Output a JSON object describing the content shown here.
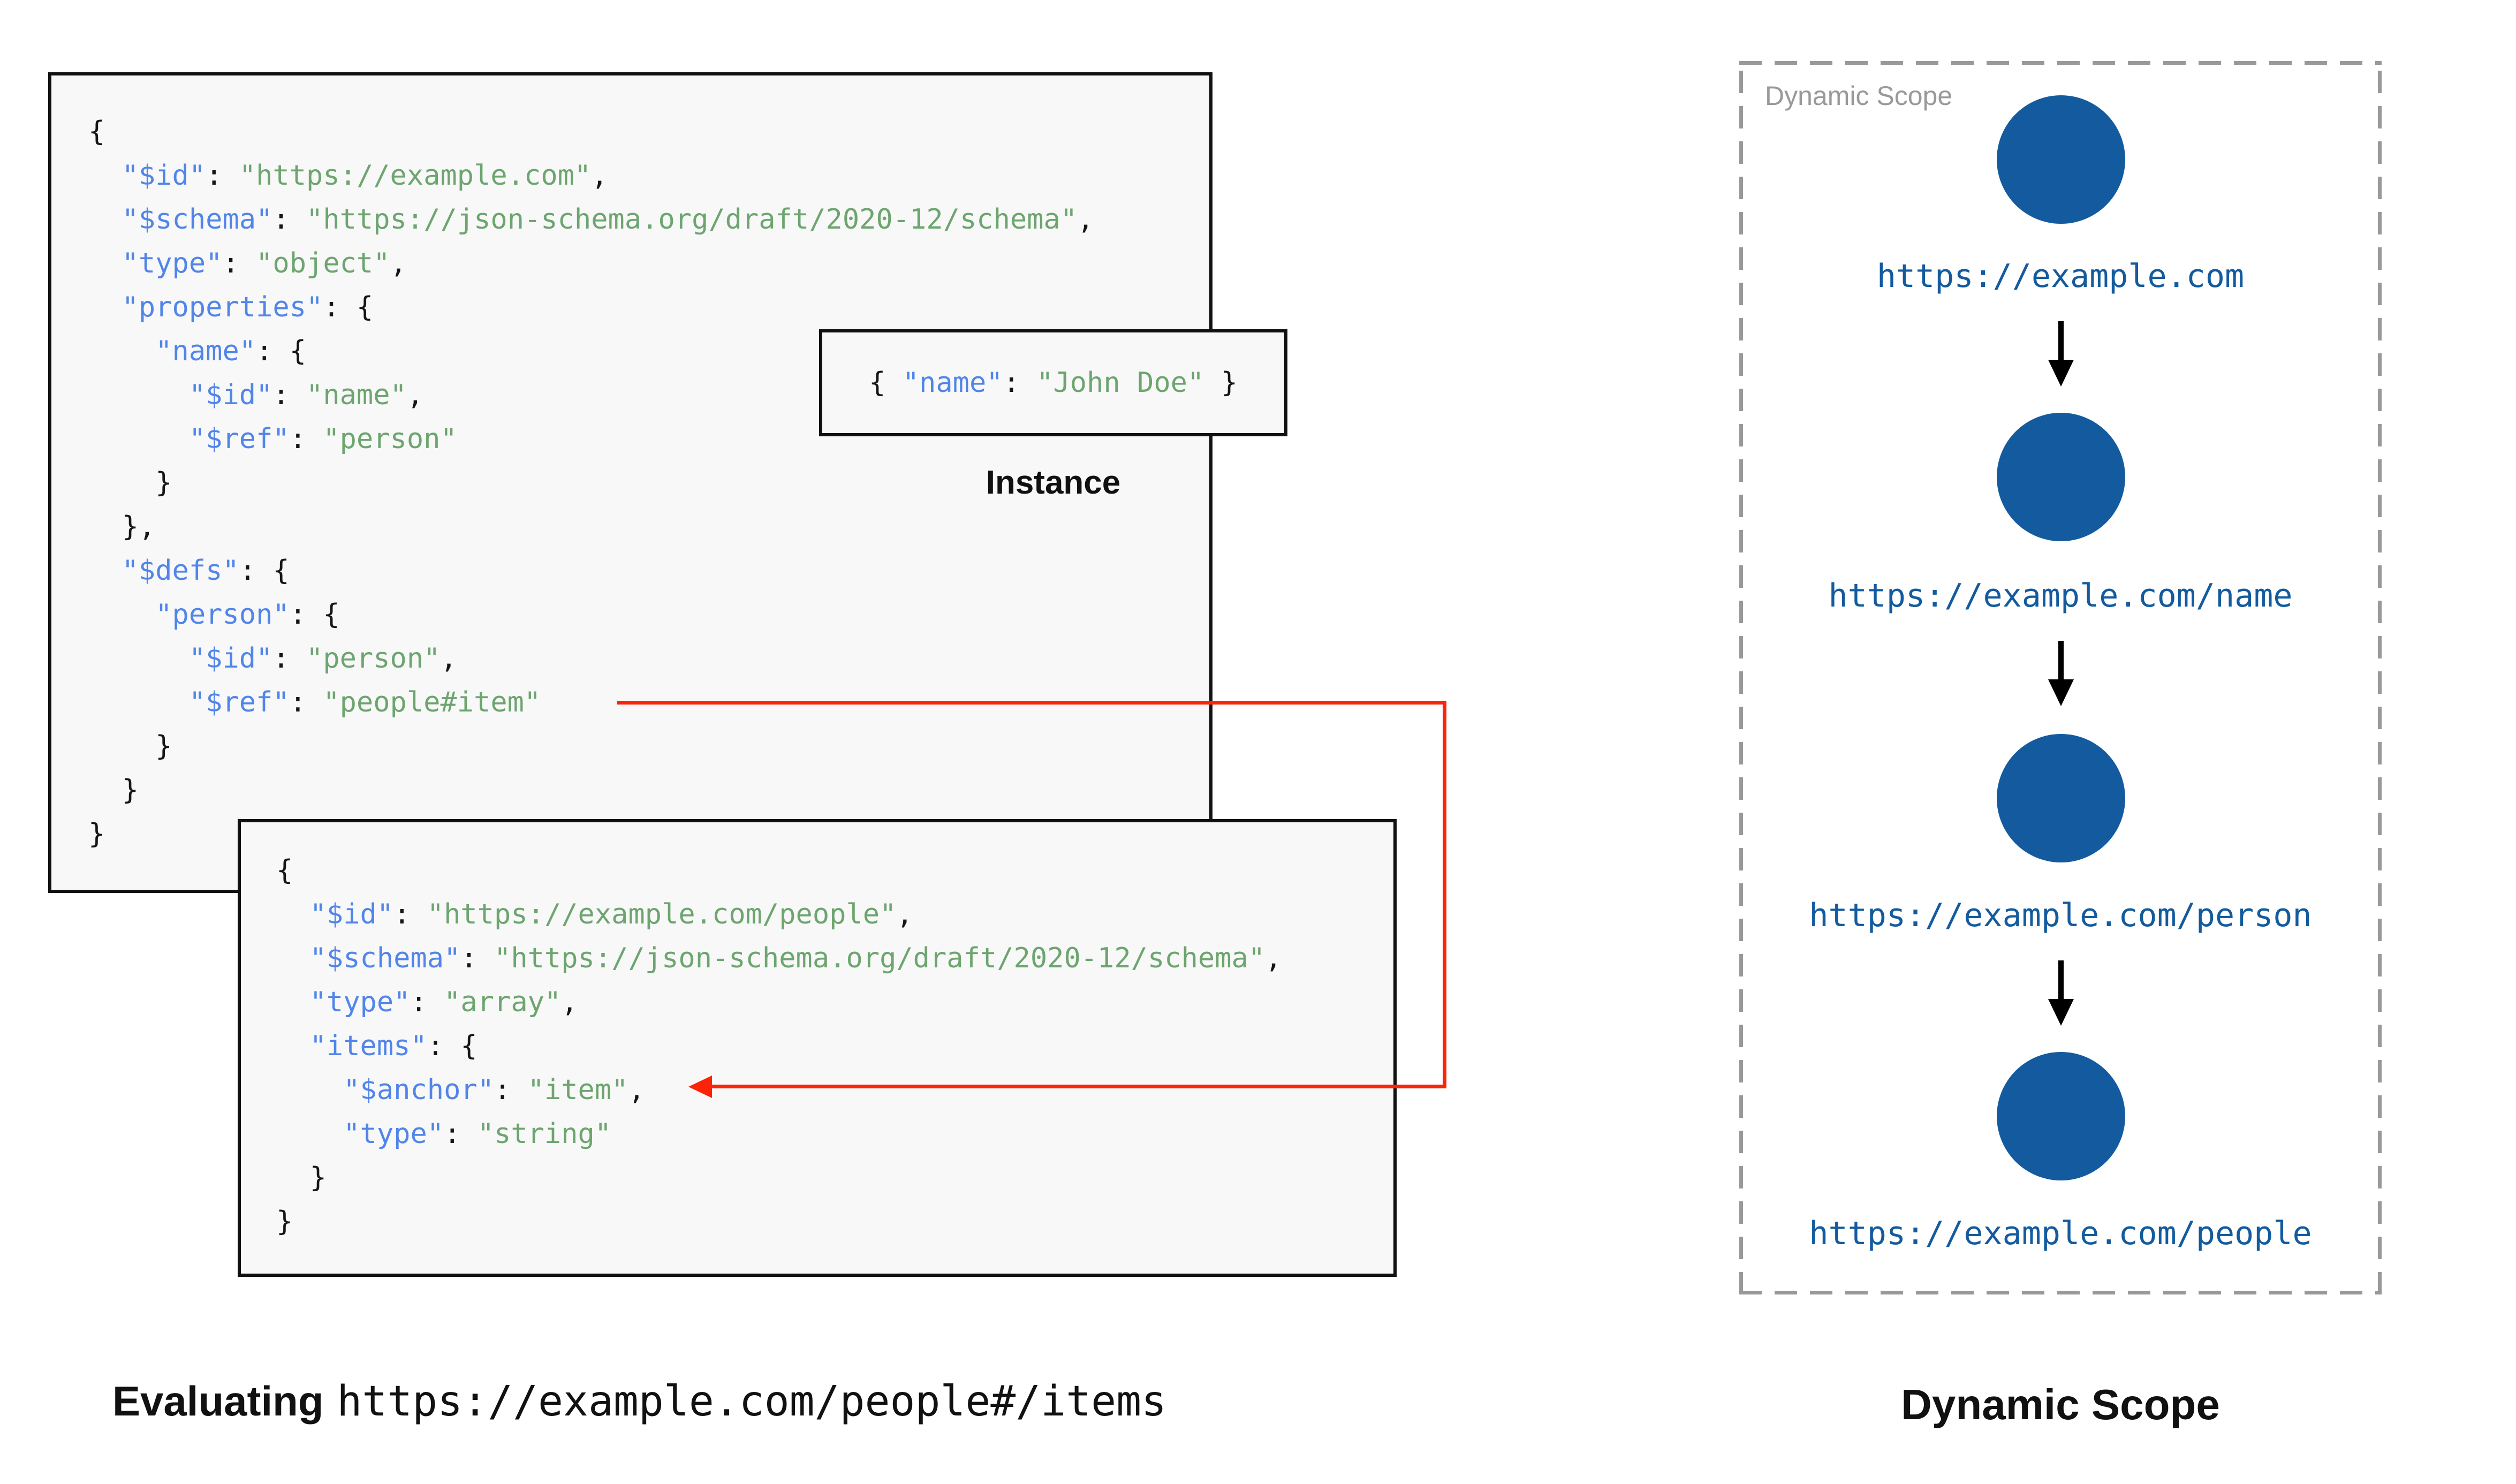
{
  "colors": {
    "box_background": "#f8f8f8",
    "box_border": "#111111",
    "key_blue": "#5185e9",
    "string_green": "#6da56f",
    "punctuation_black": "#161616",
    "node_blue": "#135b9e",
    "ref_arrow_red": "#fb2408",
    "panel_dash_gray": "#999999",
    "panel_label_gray": "#999999"
  },
  "schema_box": {
    "lines": [
      [
        {
          "c": "p",
          "t": "{"
        }
      ],
      [
        {
          "c": "p",
          "t": "  "
        },
        {
          "c": "k",
          "t": "\"$id\""
        },
        {
          "c": "p",
          "t": ": "
        },
        {
          "c": "s",
          "t": "\"https://example.com\""
        },
        {
          "c": "p",
          "t": ","
        }
      ],
      [
        {
          "c": "p",
          "t": "  "
        },
        {
          "c": "k",
          "t": "\"$schema\""
        },
        {
          "c": "p",
          "t": ": "
        },
        {
          "c": "s",
          "t": "\"https://json-schema.org/draft/2020-12/schema\""
        },
        {
          "c": "p",
          "t": ","
        }
      ],
      [
        {
          "c": "p",
          "t": "  "
        },
        {
          "c": "k",
          "t": "\"type\""
        },
        {
          "c": "p",
          "t": ": "
        },
        {
          "c": "s",
          "t": "\"object\""
        },
        {
          "c": "p",
          "t": ","
        }
      ],
      [
        {
          "c": "p",
          "t": "  "
        },
        {
          "c": "k",
          "t": "\"properties\""
        },
        {
          "c": "p",
          "t": ": {"
        }
      ],
      [
        {
          "c": "p",
          "t": "    "
        },
        {
          "c": "k",
          "t": "\"name\""
        },
        {
          "c": "p",
          "t": ": {"
        }
      ],
      [
        {
          "c": "p",
          "t": "      "
        },
        {
          "c": "k",
          "t": "\"$id\""
        },
        {
          "c": "p",
          "t": ": "
        },
        {
          "c": "s",
          "t": "\"name\""
        },
        {
          "c": "p",
          "t": ","
        }
      ],
      [
        {
          "c": "p",
          "t": "      "
        },
        {
          "c": "k",
          "t": "\"$ref\""
        },
        {
          "c": "p",
          "t": ": "
        },
        {
          "c": "s",
          "t": "\"person\""
        }
      ],
      [
        {
          "c": "p",
          "t": "    }"
        }
      ],
      [
        {
          "c": "p",
          "t": "  },"
        }
      ],
      [
        {
          "c": "p",
          "t": "  "
        },
        {
          "c": "k",
          "t": "\"$defs\""
        },
        {
          "c": "p",
          "t": ": {"
        }
      ],
      [
        {
          "c": "p",
          "t": "    "
        },
        {
          "c": "k",
          "t": "\"person\""
        },
        {
          "c": "p",
          "t": ": {"
        }
      ],
      [
        {
          "c": "p",
          "t": "      "
        },
        {
          "c": "k",
          "t": "\"$id\""
        },
        {
          "c": "p",
          "t": ": "
        },
        {
          "c": "s",
          "t": "\"person\""
        },
        {
          "c": "p",
          "t": ","
        }
      ],
      [
        {
          "c": "p",
          "t": "      "
        },
        {
          "c": "k",
          "t": "\"$ref\""
        },
        {
          "c": "p",
          "t": ": "
        },
        {
          "c": "s",
          "t": "\"people#item\""
        }
      ],
      [
        {
          "c": "p",
          "t": "    }"
        }
      ],
      [
        {
          "c": "p",
          "t": "  }"
        }
      ],
      [
        {
          "c": "p",
          "t": "}"
        }
      ]
    ]
  },
  "people_box": {
    "lines": [
      [
        {
          "c": "p",
          "t": "{"
        }
      ],
      [
        {
          "c": "p",
          "t": "  "
        },
        {
          "c": "k",
          "t": "\"$id\""
        },
        {
          "c": "p",
          "t": ": "
        },
        {
          "c": "s",
          "t": "\"https://example.com/people\""
        },
        {
          "c": "p",
          "t": ","
        }
      ],
      [
        {
          "c": "p",
          "t": "  "
        },
        {
          "c": "k",
          "t": "\"$schema\""
        },
        {
          "c": "p",
          "t": ": "
        },
        {
          "c": "s",
          "t": "\"https://json-schema.org/draft/2020-12/schema\""
        },
        {
          "c": "p",
          "t": ","
        }
      ],
      [
        {
          "c": "p",
          "t": "  "
        },
        {
          "c": "k",
          "t": "\"type\""
        },
        {
          "c": "p",
          "t": ": "
        },
        {
          "c": "s",
          "t": "\"array\""
        },
        {
          "c": "p",
          "t": ","
        }
      ],
      [
        {
          "c": "p",
          "t": "  "
        },
        {
          "c": "k",
          "t": "\"items\""
        },
        {
          "c": "p",
          "t": ": {"
        }
      ],
      [
        {
          "c": "p",
          "t": "    "
        },
        {
          "c": "k",
          "t": "\"$anchor\""
        },
        {
          "c": "p",
          "t": ": "
        },
        {
          "c": "s",
          "t": "\"item\""
        },
        {
          "c": "p",
          "t": ","
        }
      ],
      [
        {
          "c": "p",
          "t": "    "
        },
        {
          "c": "k",
          "t": "\"type\""
        },
        {
          "c": "p",
          "t": ": "
        },
        {
          "c": "s",
          "t": "\"string\""
        }
      ],
      [
        {
          "c": "p",
          "t": "  }"
        }
      ],
      [
        {
          "c": "p",
          "t": "}"
        }
      ]
    ]
  },
  "instance": {
    "lines": [
      [
        {
          "c": "p",
          "t": "{ "
        },
        {
          "c": "k",
          "t": "\"name\""
        },
        {
          "c": "p",
          "t": ": "
        },
        {
          "c": "s",
          "t": "\"John Doe\""
        },
        {
          "c": "p",
          "t": " }"
        }
      ]
    ],
    "label": "Instance"
  },
  "dynamic_scope": {
    "panel_label": "Dynamic Scope",
    "nodes": [
      "https://example.com",
      "https://example.com/name",
      "https://example.com/person",
      "https://example.com/people"
    ],
    "caption": "Dynamic Scope"
  },
  "evaluating": {
    "prefix": "Evaluating",
    "uri": "https://example.com/people#/items"
  }
}
